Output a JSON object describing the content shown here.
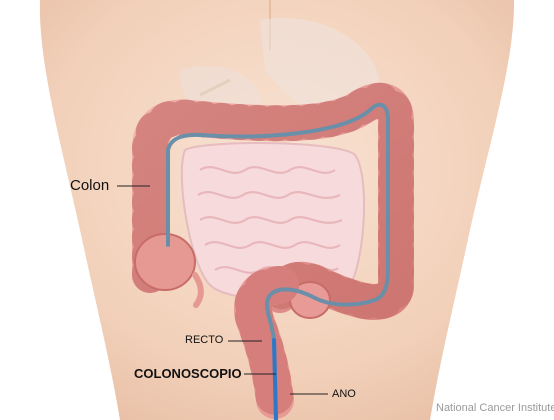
{
  "labels": {
    "colon": "Colon",
    "recto": "RECTO",
    "colonoscopio": "COLONOSCOPIO",
    "ano": "ANO"
  },
  "credit": "National Cancer Institute",
  "colors": {
    "skin": "#f3d3bd",
    "colon": "#e79a96",
    "colon_dark": "#c96c6a",
    "intestine": "#f6d4d6",
    "scope": "#6a8fa8",
    "scope_tip": "#2f78c8"
  }
}
